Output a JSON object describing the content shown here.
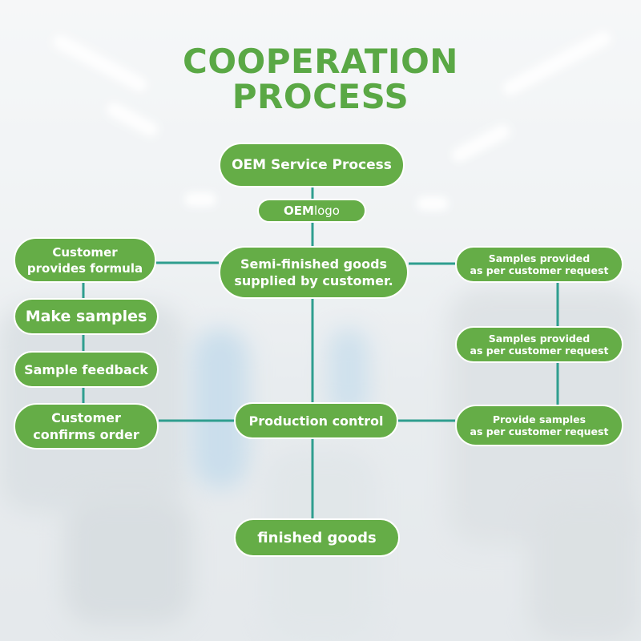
{
  "title": {
    "line1": "COOPERATION",
    "line2": "PROCESS",
    "color": "#5aa845"
  },
  "theme": {
    "node_fill": "#65ad47",
    "connector_color": "#2f9e8f",
    "node_text": "#ffffff"
  },
  "nodes": {
    "oem_service": "OEM Service Process",
    "oem_logo_bold": "OEM",
    "oem_logo_rest": " logo",
    "semi_finished": "Semi-finished goods\nsupplied by customer.",
    "customer_formula": "Customer\nprovides formula",
    "make_samples": "Make samples",
    "sample_feedback": "Sample feedback",
    "customer_confirms": "Customer\nconfirms order",
    "production_control": "Production control",
    "finished_goods": "finished goods",
    "samples_1": "Samples provided\nas per customer request",
    "samples_2": "Samples provided\nas per customer request",
    "samples_3": "Provide samples\nas per customer request"
  }
}
